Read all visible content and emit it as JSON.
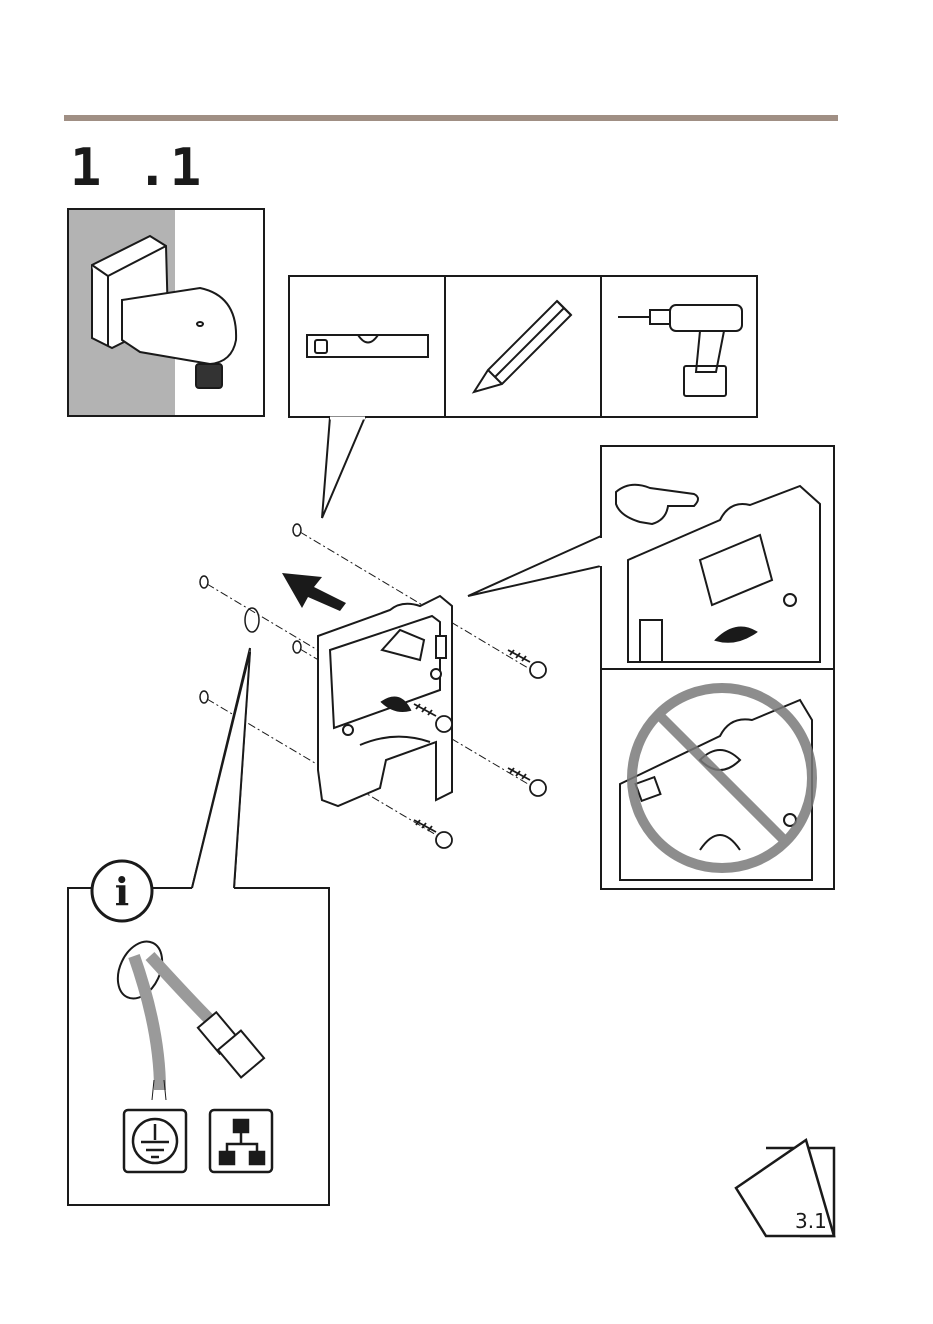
{
  "step": {
    "number": "1 .1"
  },
  "info_panel": {
    "icon_letter": "i"
  },
  "page_ref": {
    "label": "3.1"
  },
  "colors": {
    "rule": "#a08f84",
    "wall": "#b3b3b3",
    "prohibit": "#7a7a7a",
    "line": "#1a1a1a"
  },
  "icons": {
    "tools": [
      "spirit-level-icon",
      "pencil-icon",
      "drill-icon"
    ],
    "symbols": [
      "protective-earth-icon",
      "network-icon"
    ]
  }
}
